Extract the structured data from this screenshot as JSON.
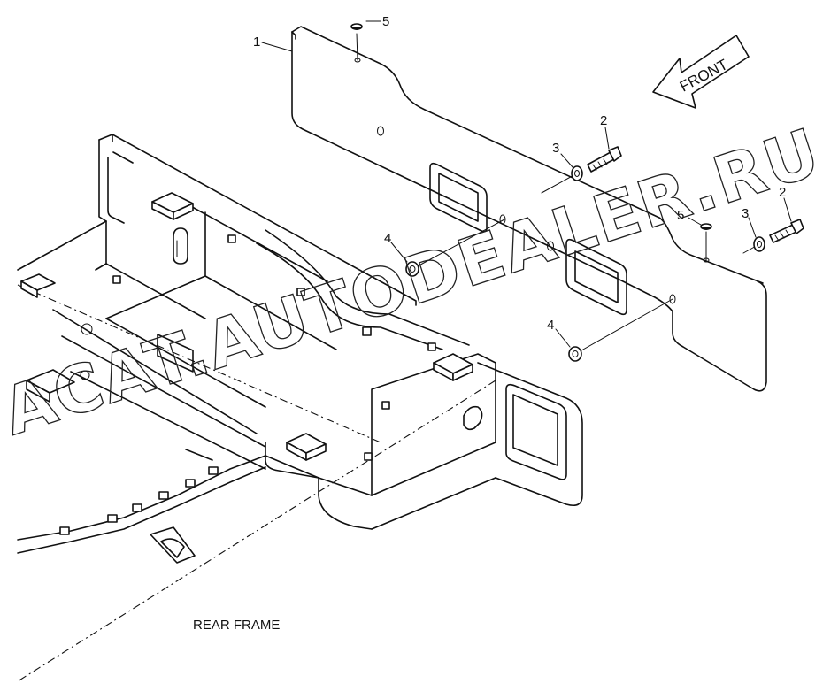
{
  "callouts": {
    "c1": "1",
    "c2a": "2",
    "c2b": "2",
    "c3a": "3",
    "c3b": "3",
    "c4a": "4",
    "c4b": "4",
    "c5a": "5",
    "c5b": "5"
  },
  "front_arrow": {
    "label": "FRONT"
  },
  "caption": {
    "text": "REAR FRAME"
  },
  "watermark": {
    "text": "ACAT.AUTODEALER.RU"
  }
}
